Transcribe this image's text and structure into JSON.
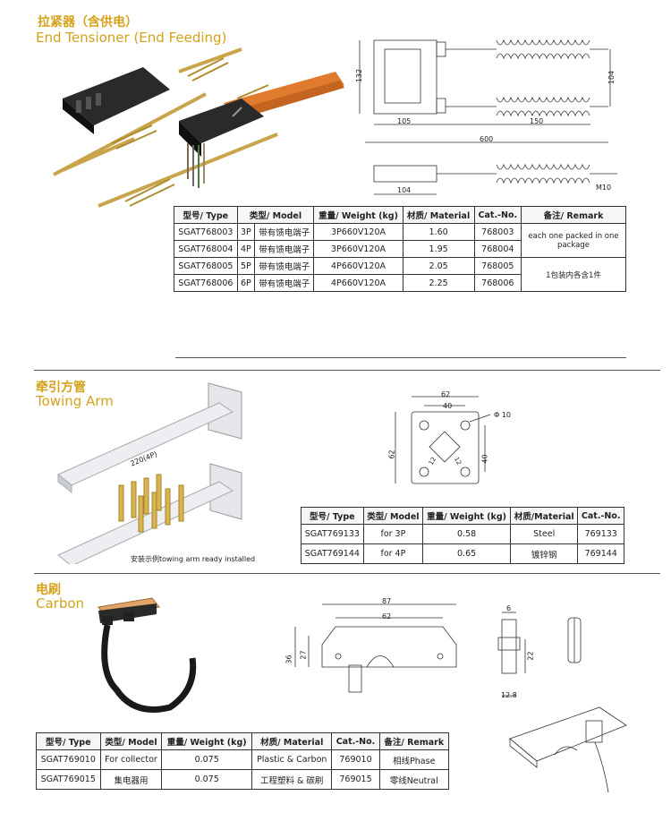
{
  "end_tensioner": {
    "title_cn": "拉紧器（含供电）",
    "title_en": "End Tensioner (End Feeding)",
    "dims": {
      "d132": "132",
      "d104": "104",
      "d105": "105",
      "d150": "150",
      "d600": "600",
      "d104b": "104",
      "m10": "M10"
    },
    "table": {
      "headers": [
        "型号/ Type",
        "类型/ Model",
        "重量/ Weight (kg)",
        "材质/ Material",
        "Cat.-No.",
        "备注/ Remark"
      ],
      "rows": [
        {
          "type": "SGAT768003",
          "poles": "3P",
          "model": "带有馈电端子",
          "weight": "3P660V120A",
          "material": "1.60",
          "cat": "768003"
        },
        {
          "type": "SGAT768004",
          "poles": "4P",
          "model": "带有馈电端子",
          "weight": "3P660V120A",
          "material": "1.95",
          "cat": "768004"
        },
        {
          "type": "SGAT768005",
          "poles": "5P",
          "model": "带有馈电端子",
          "weight": "4P660V120A",
          "material": "2.05",
          "cat": "768005"
        },
        {
          "type": "SGAT768006",
          "poles": "6P",
          "model": "带有馈电端子",
          "weight": "4P660V120A",
          "material": "2.25",
          "cat": "768006"
        }
      ],
      "remark_en": "each one packed in one package",
      "remark_cn": "1包装内各含1件"
    }
  },
  "towing_arm": {
    "title_cn": "牵引方管",
    "title_en": "Towing Arm",
    "dim_length": "220(4P)",
    "caption": "安装示例towing arm ready installed",
    "dims": {
      "d62a": "62",
      "d40a": "40",
      "phi": "Φ 10",
      "d62b": "62",
      "d40b": "40",
      "d12a": "12",
      "d12b": "12"
    },
    "table": {
      "headers": [
        "型号/ Type",
        "类型/ Model",
        "重量/ Weight (kg)",
        "材质/Material",
        "Cat.-No."
      ],
      "rows": [
        {
          "type": "SGAT769133",
          "model": "for 3P",
          "weight": "0.58",
          "material": "Steel",
          "cat": "769133"
        },
        {
          "type": "SGAT769144",
          "model": "for 4P",
          "weight": "0.65",
          "material": "镀锌钢",
          "cat": "769144"
        }
      ]
    }
  },
  "carbon": {
    "title_cn": "电刷",
    "title_en": "Carbon",
    "dims": {
      "d87": "87",
      "d62": "62",
      "d36": "36",
      "d27": "27",
      "d6": "6",
      "d22": "22",
      "d128": "12.8"
    },
    "table": {
      "headers": [
        "型号/ Type",
        "类型/ Model",
        "重量/ Weight (kg)",
        "材质/ Material",
        "Cat.-No.",
        "备注/ Remark"
      ],
      "rows": [
        {
          "type": "SGAT769010",
          "model": "For collector",
          "weight": "0.075",
          "material": "Plastic & Carbon",
          "cat": "769010",
          "remark": "相线Phase"
        },
        {
          "type": "SGAT769015",
          "model": "集电器用",
          "weight": "0.075",
          "material": "工程塑料 & 碳刷",
          "cat": "769015",
          "remark": "零线Neutral"
        }
      ]
    }
  },
  "colors": {
    "accent": "#d4a21a",
    "brass": "#c9a44a",
    "copper": "#e07a2c",
    "black": "#222222"
  }
}
